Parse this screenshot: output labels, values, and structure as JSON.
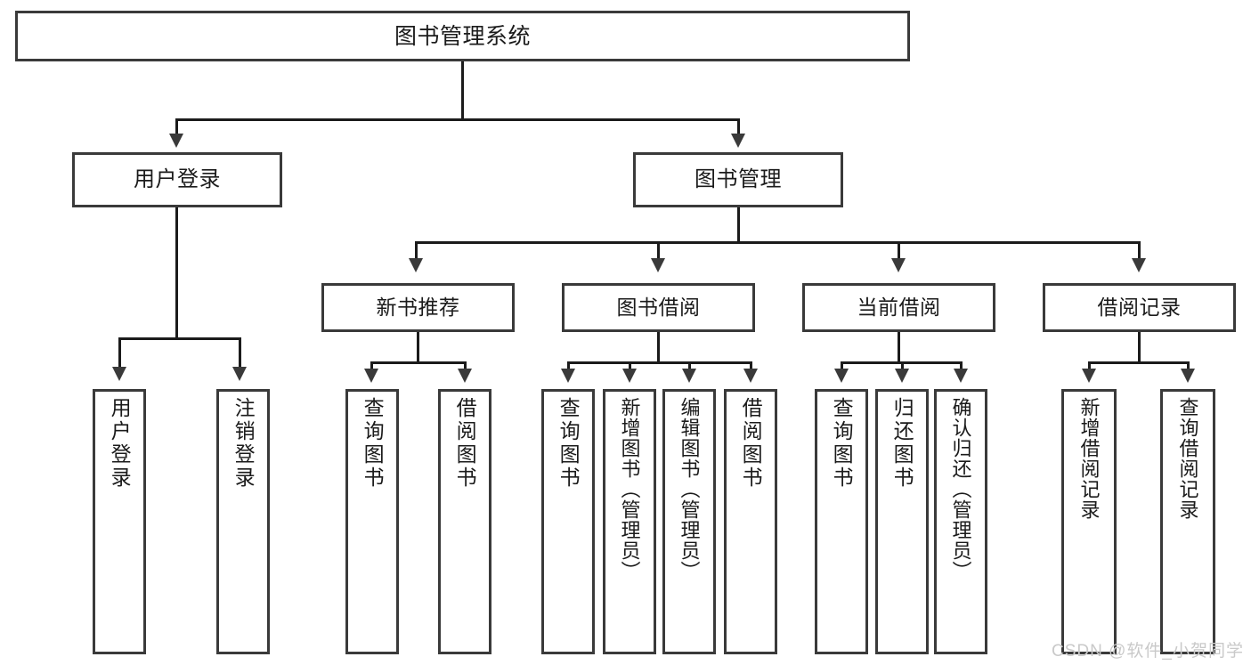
{
  "diagram": {
    "type": "tree-hierarchy-chart",
    "title": "图书管理系统",
    "root": {
      "label": "图书管理系统"
    },
    "level2": [
      {
        "label": "用户登录"
      },
      {
        "label": "图书管理"
      }
    ],
    "level3": [
      {
        "label": "新书推荐"
      },
      {
        "label": "图书借阅"
      },
      {
        "label": "当前借阅"
      },
      {
        "label": "借阅记录"
      }
    ],
    "leaves": {
      "user_login": [
        {
          "label": "用户登录"
        },
        {
          "label": "注销登录"
        }
      ],
      "new_book_recommend": [
        {
          "label": "查询图书"
        },
        {
          "label": "借阅图书"
        }
      ],
      "book_borrow": [
        {
          "label": "查询图书"
        },
        {
          "label": "新增图书（管理员）"
        },
        {
          "label": "编辑图书（管理员）"
        },
        {
          "label": "借阅图书"
        }
      ],
      "current_borrow": [
        {
          "label": "查询图书"
        },
        {
          "label": "归还图书"
        },
        {
          "label": "确认归还（管理员）"
        }
      ],
      "borrow_record": [
        {
          "label": "新增借阅记录"
        },
        {
          "label": "查询借阅记录"
        }
      ]
    }
  },
  "watermark": {
    "text": "CSDN @软件_小贺同学"
  },
  "colors": {
    "box_border": "#3a3a3a",
    "connector": "#1b1b1b",
    "background": "#ffffff",
    "text": "#1b1b1b",
    "watermark": "#c9c9c9"
  }
}
